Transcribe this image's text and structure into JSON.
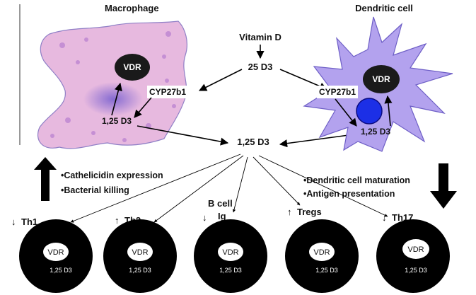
{
  "cells": {
    "macrophage": {
      "title": "Macrophage",
      "vdr": "VDR",
      "enzyme": "CYP27b1",
      "product": "1,25 D3"
    },
    "dendritic": {
      "title": "Dendritic cell",
      "vdr": "VDR",
      "enzyme": "CYP27b1",
      "product": "1,25 D3"
    }
  },
  "center": {
    "vitamin": "Vitamin D",
    "precursor": "25 D3",
    "active": "1,25 D3"
  },
  "effects": {
    "macrophage": [
      "•Cathelicidin expression",
      "•Bacterial killing"
    ],
    "dendritic": [
      "•Dendritic cell maturation",
      "•Antigen presentation"
    ]
  },
  "targets": [
    {
      "name": "Th1",
      "direction": "down",
      "vdr": "VDR",
      "ligand": "1,25 D3"
    },
    {
      "name": "Th2",
      "direction": "up",
      "vdr": "VDR",
      "ligand": "1,25 D3"
    },
    {
      "name": "B cell",
      "sub": "Ig",
      "direction": "down",
      "vdr": "VDR",
      "ligand": "1,25 D3"
    },
    {
      "name": "Tregs",
      "direction": "up",
      "vdr": "VDR",
      "ligand": "1,25 D3"
    },
    {
      "name": "Th17",
      "direction": "down",
      "vdr": "VDR",
      "ligand": "1,25 D3"
    }
  ],
  "colors": {
    "macrophage_fill": "#e7b9df",
    "macrophage_inner": "#a47fd6",
    "dendritic_fill": "#b3a2ee",
    "nucleus_blue": "#1c2fe6",
    "black": "#000000"
  }
}
